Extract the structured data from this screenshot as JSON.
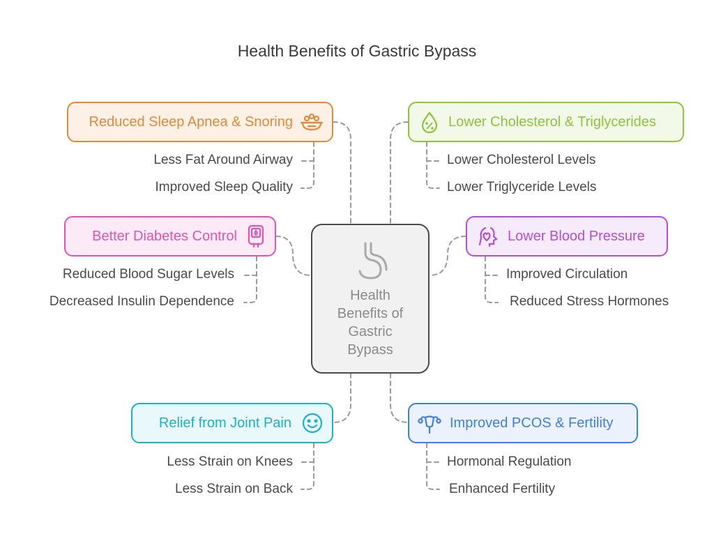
{
  "title": "Health Benefits of Gastric Bypass",
  "center": {
    "lines": [
      "Health",
      "Benefits of",
      "Gastric",
      "Bypass"
    ],
    "icon": "stomach-icon"
  },
  "branches": [
    {
      "label": "Reduced Sleep Apnea & Snoring",
      "color": "#e08a3c",
      "bg": "#fdf1e6",
      "icon": "lungs-icon",
      "subs": [
        "Less Fat Around Airway",
        "Improved Sleep Quality"
      ]
    },
    {
      "label": "Lower Cholesterol & Triglycerides",
      "color": "#8cc43c",
      "bg": "#f3f9e8",
      "icon": "percent-drop-icon",
      "subs": [
        "Lower Cholesterol Levels",
        "Lower Triglyceride Levels"
      ]
    },
    {
      "label": "Better Diabetes Control",
      "color": "#e055b0",
      "bg": "#fcebf6",
      "icon": "glucose-meter-icon",
      "subs": [
        "Reduced Blood Sugar Levels",
        "Decreased Insulin Dependence"
      ]
    },
    {
      "label": "Lower Blood Pressure",
      "color": "#b14fd8",
      "bg": "#f6ebfb",
      "icon": "head-heart-icon",
      "subs": [
        "Improved Circulation",
        "Reduced Stress Hormones"
      ]
    },
    {
      "label": "Relief from Joint Pain",
      "color": "#1fb0c9",
      "bg": "#e8f8fb",
      "icon": "smiley-face-icon",
      "subs": [
        "Less Strain on Knees",
        "Less Strain on Back"
      ]
    },
    {
      "label": "Improved PCOS & Fertility",
      "color": "#3f7fe0",
      "bg": "#ebf2fd",
      "icon": "uterus-icon",
      "subs": [
        "Hormonal Regulation",
        "Enhanced Fertility"
      ]
    }
  ]
}
